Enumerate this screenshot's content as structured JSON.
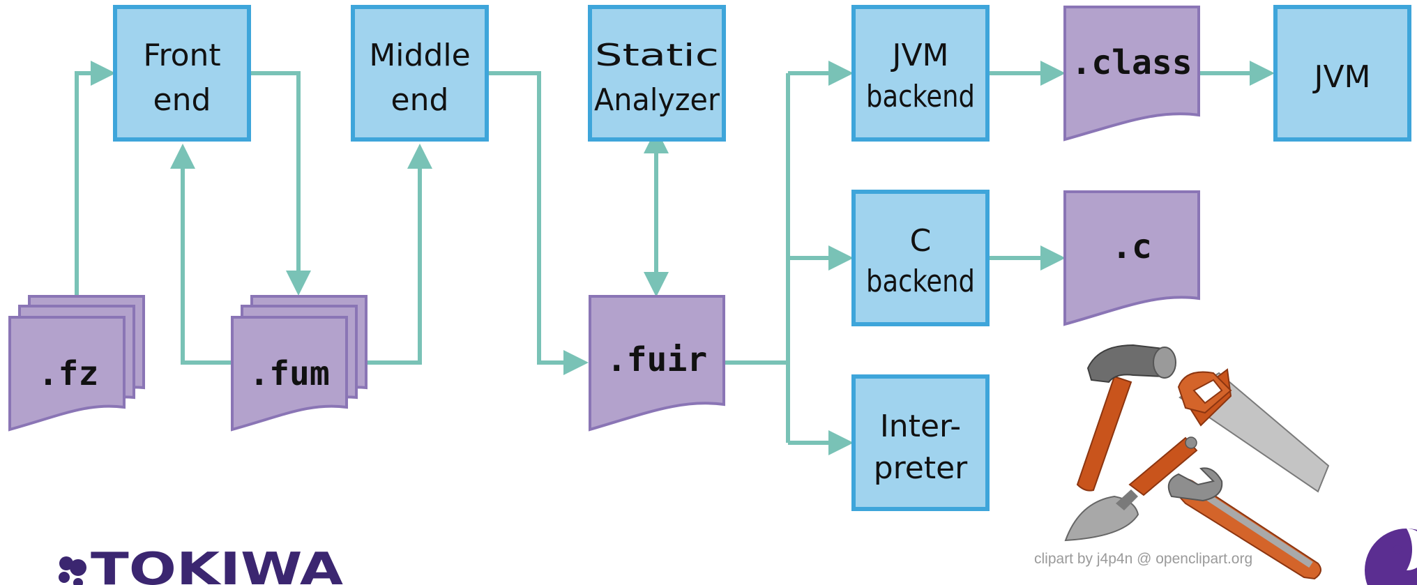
{
  "colors": {
    "box_fill": "#a0d3ee",
    "box_stroke": "#3ea5da",
    "doc_fill": "#b3a2cc",
    "doc_stroke": "#8a75b5",
    "arrow": "#79c2b6",
    "brand": "#3b2670"
  },
  "boxes": {
    "frontend": [
      "Front",
      "end"
    ],
    "middleend": [
      "Middle",
      "end"
    ],
    "analyzer": [
      "Static",
      "Analyzer"
    ],
    "jvm_backend": [
      "JVM",
      "backend"
    ],
    "c_backend": [
      "C",
      "backend"
    ],
    "interpreter": [
      "Inter-",
      "preter"
    ],
    "jvm": "JVM"
  },
  "files": {
    "fz": ".fz",
    "fum": ".fum",
    "fuir": ".fuir",
    "class": ".class",
    "c": ".c"
  },
  "clipart": {
    "icon": "tools-icon",
    "credit": "clipart by j4p4n @ openclipart.org"
  },
  "brand": {
    "name": "TOKIWA",
    "icon": "tokiwa-logo-icon",
    "corner_icon": "yin-yang-icon"
  }
}
